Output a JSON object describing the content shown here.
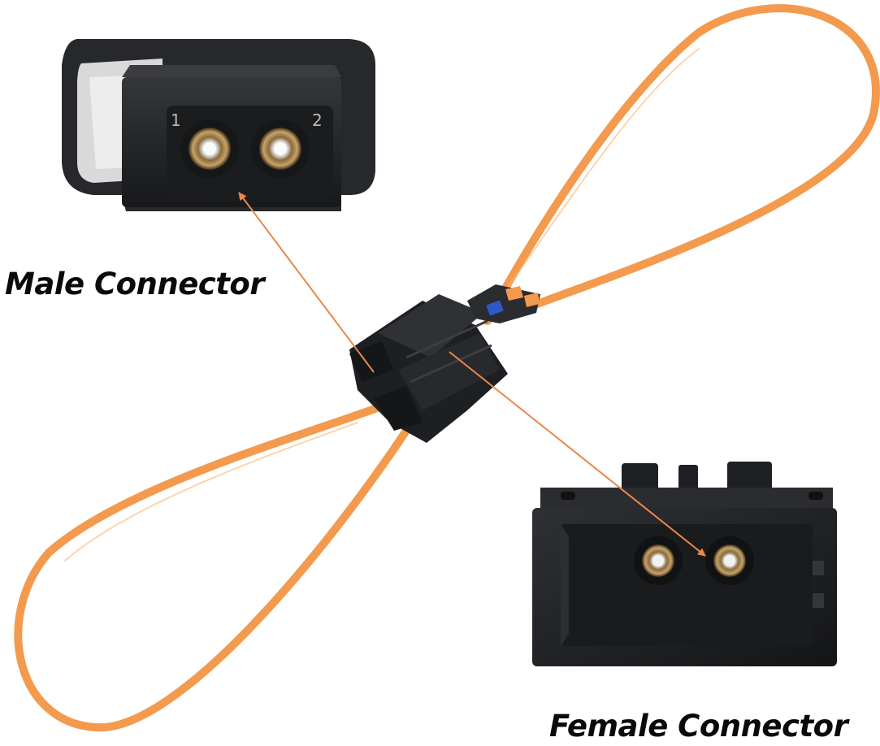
{
  "labels": {
    "male_connector": "Male Connector",
    "female_connector": "Female Connector"
  },
  "connector_pins": {
    "pin_1": "1",
    "pin_2": "2"
  },
  "colors": {
    "cable": "#f39a4e",
    "connector_body": "#1e1f22",
    "arrow": "#e8894a",
    "latch_blue": "#2c58c9"
  }
}
